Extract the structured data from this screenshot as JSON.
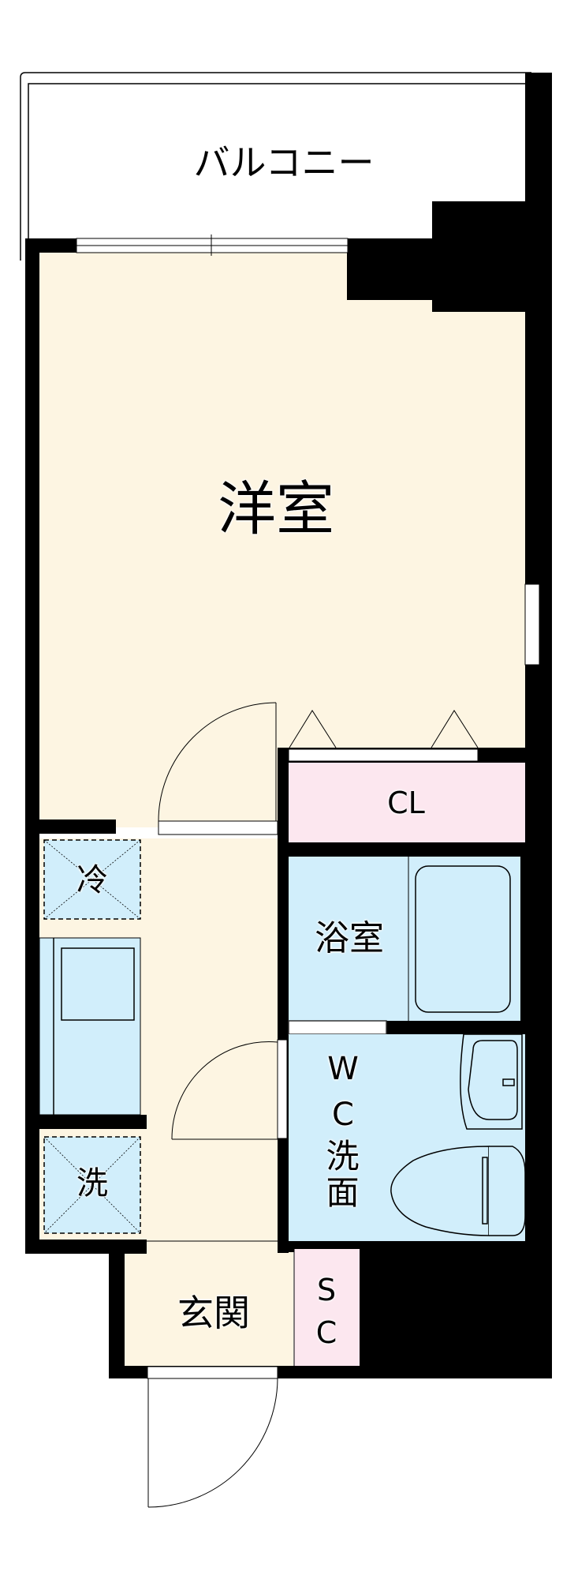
{
  "floorplan": {
    "colors": {
      "wall": "#000000",
      "living_floor": "#fdf5e2",
      "wet_area": "#d1eefb",
      "storage": "#fce7ef",
      "outside": "#ffffff"
    },
    "rooms": {
      "balcony": "バルコニー",
      "western_room": "洋室",
      "closet": "CL",
      "bathroom": "浴室",
      "wc_washroom_1": "W",
      "wc_washroom_2": "C",
      "wc_washroom_3": "洗面",
      "entrance": "玄関",
      "shoe_closet": "SC"
    },
    "appliance_spaces": {
      "refrigerator": "冷",
      "washing_machine": "洗"
    }
  }
}
